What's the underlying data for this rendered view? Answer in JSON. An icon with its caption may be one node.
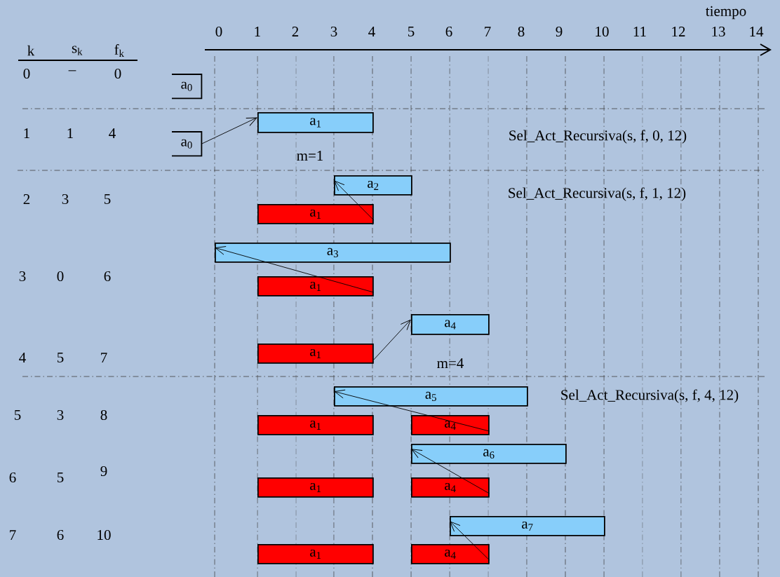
{
  "diagram": {
    "nodes": [
      {
        "text": [
          "a$_{0}$"
        ]
      },
      {
        "text": [
          "a$_{0}$"
        ]
      },
      {
        "text": [
          "a$_{1}$"
        ]
      },
      {
        "text": [
          "a$_{2}$"
        ]
      },
      {
        "text": [
          "a$_{1}$"
        ]
      },
      {
        "text": [
          "a$_{3}$"
        ]
      },
      {
        "text": [
          "a$_{1}$"
        ]
      },
      {
        "text": [
          "a$_{4}$"
        ]
      },
      {
        "text": [
          "a$_{1}$"
        ]
      },
      {
        "text": [
          "a$_{5}$"
        ]
      },
      {
        "text": [
          "a$_{1}$"
        ]
      },
      {
        "text": [
          "a$_{4}$"
        ]
      },
      {
        "text": [
          "a$_{6}$"
        ]
      },
      {
        "text": [
          "a$_{1}$"
        ]
      },
      {
        "text": [
          "a$_{4}$"
        ]
      },
      {
        "text": [
          "a$_{7}$"
        ]
      },
      {
        "text": [
          "a$_{1}$"
        ]
      },
      {
        "text": [
          "a$_{4}$"
        ]
      }
    ],
    "edges": [
      {
        "from": 1,
        "to": 2,
        "arrow": "to"
      },
      {
        "from": 4,
        "to": 3,
        "arrow": "to"
      },
      {
        "from": 6,
        "to": 5,
        "arrow": "to"
      },
      {
        "from": 8,
        "to": 7,
        "arrow": "to"
      },
      {
        "from": 11,
        "to": 9,
        "arrow": "to"
      },
      {
        "from": 14,
        "to": 12,
        "arrow": "to"
      },
      {
        "from": 17,
        "to": 15,
        "arrow": "to"
      }
    ],
    "labels": [
      "tiempo",
      "0",
      "1",
      "2",
      "3",
      "4",
      "5",
      "6",
      "7",
      "8",
      "9",
      "10",
      "11",
      "12",
      "13",
      "14",
      "k",
      "s$_{k}$",
      "f$_{k}$",
      "0",
      "–",
      "0",
      "1",
      "1",
      "4",
      "Sel_Act_Recursiva(s, f, 0, 12)",
      "m=1",
      "2",
      "3",
      "5",
      "Sel_Act_Recursiva(s, f, 1, 12)",
      "3",
      "0",
      "6",
      "4",
      "5",
      "7",
      "m=4",
      "5",
      "3",
      "8",
      "Sel_Act_Recursiva(s, f, 4, 12)",
      "6",
      "5",
      "9",
      "7",
      "6",
      "10"
    ]
  }
}
